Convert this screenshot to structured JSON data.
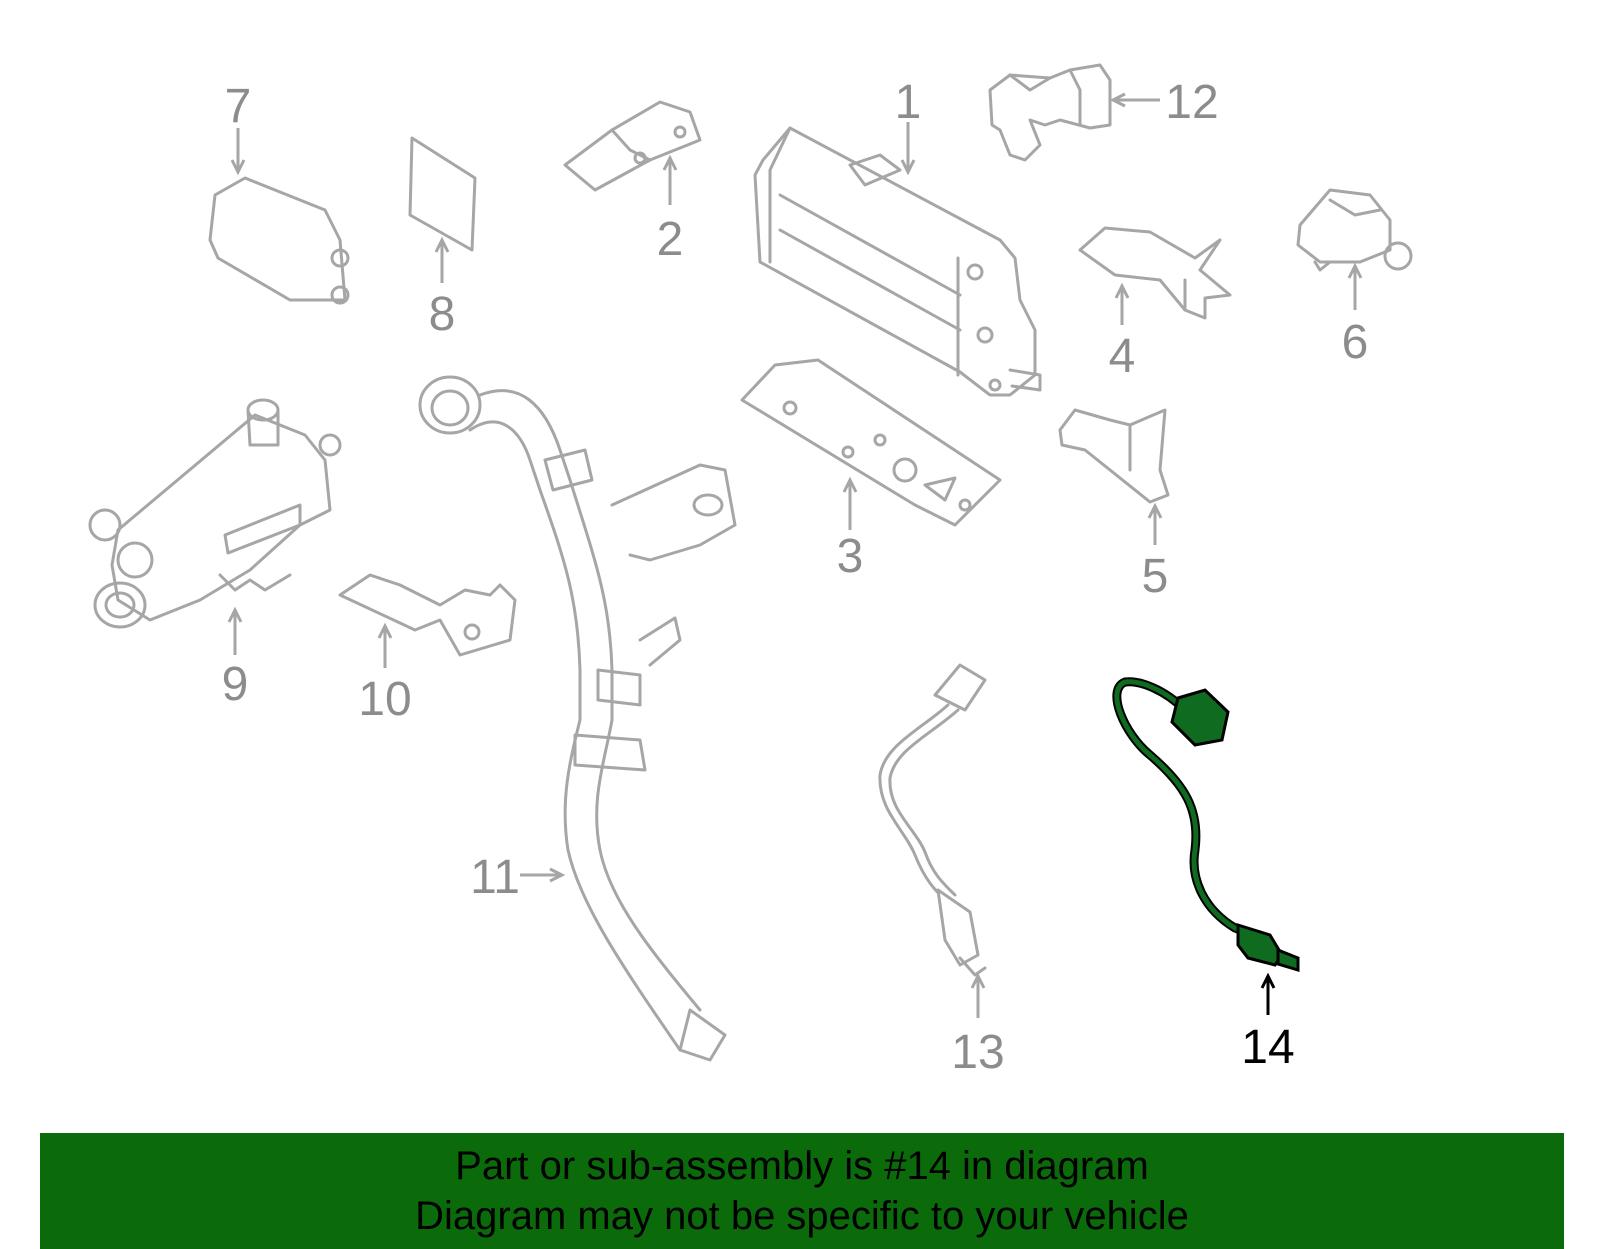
{
  "diagram": {
    "callouts": [
      {
        "id": "1",
        "label": "1"
      },
      {
        "id": "2",
        "label": "2"
      },
      {
        "id": "3",
        "label": "3"
      },
      {
        "id": "4",
        "label": "4"
      },
      {
        "id": "5",
        "label": "5"
      },
      {
        "id": "6",
        "label": "6"
      },
      {
        "id": "7",
        "label": "7"
      },
      {
        "id": "8",
        "label": "8"
      },
      {
        "id": "9",
        "label": "9"
      },
      {
        "id": "10",
        "label": "10"
      },
      {
        "id": "11",
        "label": "11"
      },
      {
        "id": "12",
        "label": "12"
      },
      {
        "id": "13",
        "label": "13"
      },
      {
        "id": "14",
        "label": "14"
      }
    ],
    "highlighted_callout": "14"
  },
  "banner": {
    "line1": "Part or sub-assembly is #14 in diagram",
    "line2": "Diagram may not be specific to your vehicle"
  },
  "colors": {
    "banner_bg": "#0b6b0b",
    "highlight_part": "#0f6b1f",
    "line_gray": "#a6a6a6"
  }
}
